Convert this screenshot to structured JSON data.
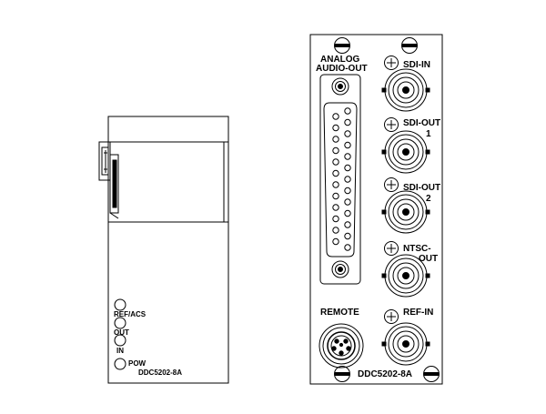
{
  "front_panel": {
    "indicators": [
      "REF/ACS",
      "OUT",
      "IN",
      "POW"
    ],
    "model": "DDC5202-8A"
  },
  "rear_panel": {
    "analog_audio_label_1": "ANALOG",
    "analog_audio_label_2": "AUDIO-OUT",
    "remote_label": "REMOTE",
    "model": "DDC5202-8A",
    "bnc_connectors": [
      {
        "line1": "SDI-IN",
        "line2": ""
      },
      {
        "line1": "SDI-OUT",
        "line2": "1"
      },
      {
        "line1": "SDI-OUT",
        "line2": "2"
      },
      {
        "line1": "NTSC-",
        "line2": "OUT"
      },
      {
        "line1": "REF-IN",
        "line2": ""
      }
    ]
  }
}
